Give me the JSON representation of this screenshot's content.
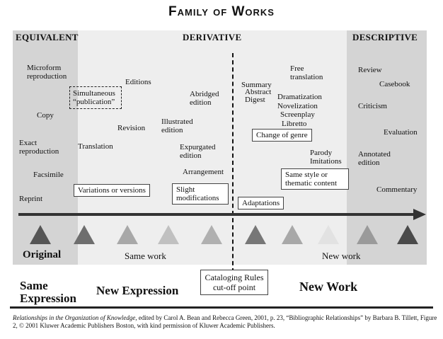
{
  "title": "Family of Works",
  "headers": {
    "equivalent": "EQUIVALENT",
    "derivative": "DERIVATIVE",
    "descriptive": "DESCRIPTIVE"
  },
  "equivalent_items": [
    "Microform reproduction",
    "Copy",
    "Exact reproduction",
    "Facsimile",
    "Reprint"
  ],
  "derivative_items": {
    "simultaneous_publication": "Simultaneous “publication”",
    "editions": "Editions",
    "revision": "Revision",
    "translation": "Translation",
    "abridged_edition": "Abridged edition",
    "illustrated_edition": "Illustrated edition",
    "expurgated_edition": "Expurgated edition",
    "arrangement": "Arrangement",
    "variations_box": "Variations or versions",
    "slight_modifications_box": "Slight modifications",
    "summary": "Summary",
    "abstract": "Abstract",
    "digest": "Digest",
    "free_translation": "Free translation",
    "dramatization": "Dramatization",
    "novelization": "Novelization",
    "screenplay": "Screenplay",
    "libretto": "Libretto",
    "change_of_genre_box": "Change of genre",
    "parody": "Parody",
    "imitations": "Imitations",
    "same_style_box": "Same style or thematic content",
    "adaptations_box": "Adaptations"
  },
  "descriptive_items": [
    "Review",
    "Casebook",
    "Criticism",
    "Evaluation",
    "Annotated edition",
    "Commentary"
  ],
  "triangles": [
    {
      "color": "#555555"
    },
    {
      "color": "#6e6e6e"
    },
    {
      "color": "#a8a8a8"
    },
    {
      "color": "#c0c0c0"
    },
    {
      "color": "#b0b0b0"
    },
    {
      "color": "#777777"
    },
    {
      "color": "#a8a8a8"
    },
    {
      "color": "#e2e2e2"
    },
    {
      "color": "#9a9a9a"
    },
    {
      "color": "#4a4a4a"
    }
  ],
  "labels": {
    "original": "Original",
    "same_work": "Same work",
    "new_work": "New work"
  },
  "cutoff": {
    "line1": "Cataloging Rules",
    "line2": "cut-off point"
  },
  "bottom": {
    "same_expression_1": "Same",
    "same_expression_2": "Expression",
    "new_expression": "New Expression",
    "new_work": "New Work"
  },
  "caption": {
    "book": "Relationships in the Organization of Knowledge",
    "rest": ", edited by Carol A. Bean and Rebecca Green, 2001, p. 23, “Bibliographic Relationships” by Barbara B. Tillett, Figure 2, © 2001 Kluwer Academic Publishers Boston, with kind permission of Kluwer Academic Publishers."
  }
}
